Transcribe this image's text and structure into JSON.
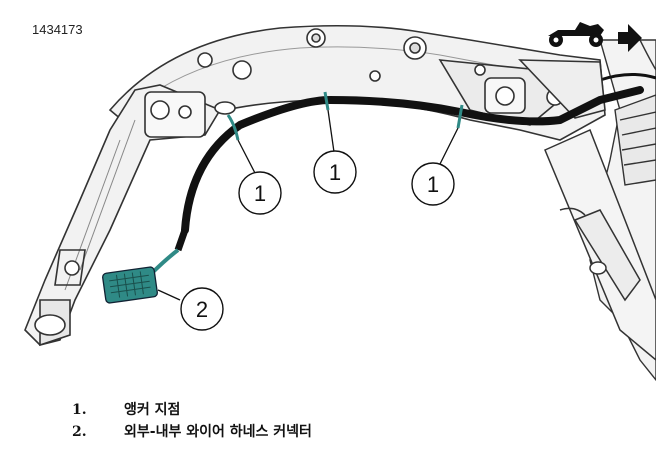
{
  "figure_id": "1434173",
  "callouts": {
    "c1a": "1",
    "c1b": "1",
    "c1c": "1",
    "c2": "2"
  },
  "legend": [
    {
      "num": "1.",
      "text": "앵커 지점"
    },
    {
      "num": "2.",
      "text": "외부-내부 와이어 하네스 커넥터"
    }
  ],
  "icons": [
    "motorcycle-front-direction-icon"
  ],
  "colors": {
    "wire": "#1a1a1a",
    "connector": "#2f8a86",
    "frame_fill": "#f1f1f1",
    "frame_line": "#333333"
  }
}
